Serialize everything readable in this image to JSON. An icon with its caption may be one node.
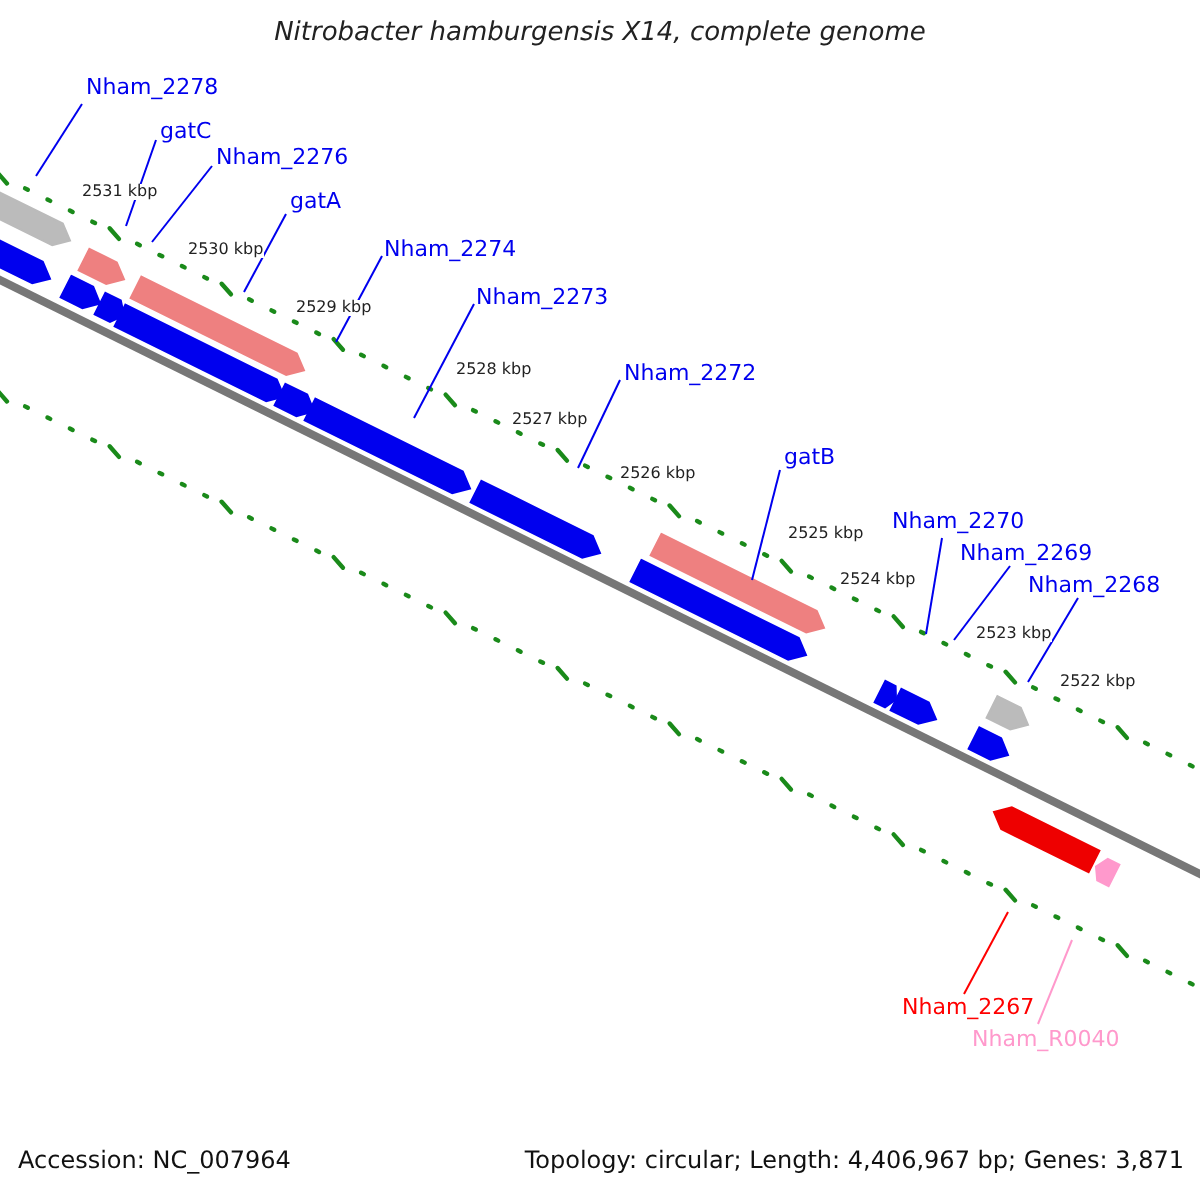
{
  "diagram": {
    "title": "Nitrobacter hamburgensis X14, complete genome",
    "nodes": [
      {
        "text": [
          "Nham_2278"
        ]
      },
      {
        "text": [
          "gatC"
        ]
      },
      {
        "text": [
          "Nham_2276"
        ]
      },
      {
        "text": [
          "gatA"
        ]
      },
      {
        "text": [
          "Nham_2274"
        ]
      },
      {
        "text": [
          "Nham_2273"
        ]
      },
      {
        "text": [
          "Nham_2272"
        ]
      },
      {
        "text": [
          "gatB"
        ]
      },
      {
        "text": [
          "Nham_2270"
        ]
      },
      {
        "text": [
          "Nham_2269"
        ]
      },
      {
        "text": [
          "Nham_2268"
        ]
      },
      {
        "text": [
          "Nham_2267"
        ]
      },
      {
        "text": [
          "Nham_R0040"
        ]
      }
    ],
    "edges": [
      {
        "from": 0,
        "to": null,
        "arrow": "none"
      },
      {
        "from": 1,
        "to": null,
        "arrow": "none"
      },
      {
        "from": 2,
        "to": null,
        "arrow": "none"
      },
      {
        "from": 3,
        "to": null,
        "arrow": "none"
      },
      {
        "from": 4,
        "to": null,
        "arrow": "none"
      },
      {
        "from": 5,
        "to": null,
        "arrow": "none"
      },
      {
        "from": 6,
        "to": null,
        "arrow": "none"
      },
      {
        "from": 7,
        "to": null,
        "arrow": "none"
      },
      {
        "from": 8,
        "to": null,
        "arrow": "none"
      },
      {
        "from": 9,
        "to": null,
        "arrow": "none"
      },
      {
        "from": 10,
        "to": null,
        "arrow": "none"
      },
      {
        "from": 11,
        "to": null,
        "arrow": "none",
        "color": "#ff0000"
      },
      {
        "from": 12,
        "to": null,
        "arrow": "none",
        "color": "#ff99cc"
      }
    ],
    "labels": [
      "2531 kbp",
      "2530 kbp",
      "2529 kbp",
      "2528 kbp",
      "2527 kbp",
      "2526 kbp",
      "2525 kbp",
      "2524 kbp",
      "2523 kbp",
      "2522 kbp",
      "Accession: NC_007964",
      "Topology: circular; Length: 4,406,967 bp; Genes: 3,871"
    ]
  }
}
